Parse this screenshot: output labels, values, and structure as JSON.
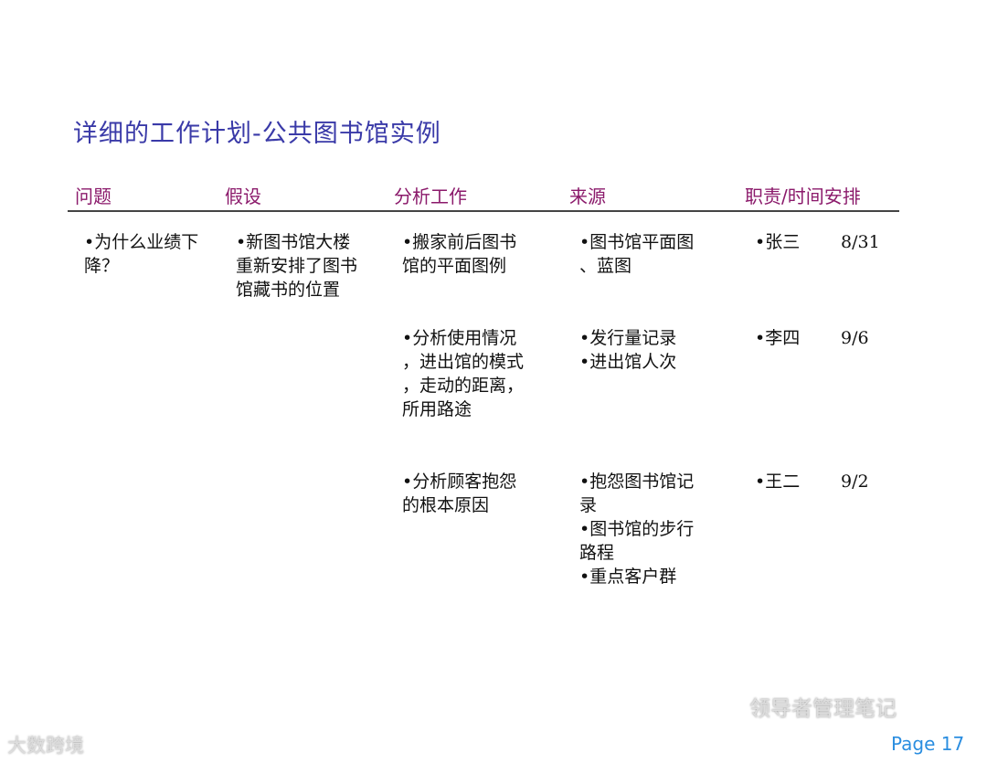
{
  "title": "详细的工作计划-公共图书馆实例",
  "headers": [
    "问题",
    "假设",
    "分析工作",
    "来源",
    "职责/时间安排"
  ],
  "problem": [
    "•为什么业绩下",
    "降？"
  ],
  "hypothesis": [
    "•新图书馆大楼",
    "重新安排了图书",
    "馆藏书的位置"
  ],
  "rows": [
    {
      "analysis": [
        "•搬家前后图书",
        "馆的平面图例"
      ],
      "source": [
        "•图书馆平面图",
        "、蓝图"
      ],
      "owner": "•张三",
      "date": "8/31"
    },
    {
      "analysis": [
        "•分析使用情况",
        "，进出馆的模式",
        "，走动的距离，",
        "所用路途"
      ],
      "source": [
        "•发行量记录",
        "•进出馆人次"
      ],
      "owner": "•李四",
      "date": "9/6"
    },
    {
      "analysis": [
        "•分析顾客抱怨",
        "的根本原因"
      ],
      "source": [
        "•抱怨图书馆记",
        "录",
        "•图书馆的步行",
        "路程",
        "•重点客户群"
      ],
      "owner": "•王二",
      "date": "9/2"
    }
  ],
  "page_label": "Page 17",
  "watermark_left": "大数跨境",
  "watermark_right": "领导者管理笔记"
}
